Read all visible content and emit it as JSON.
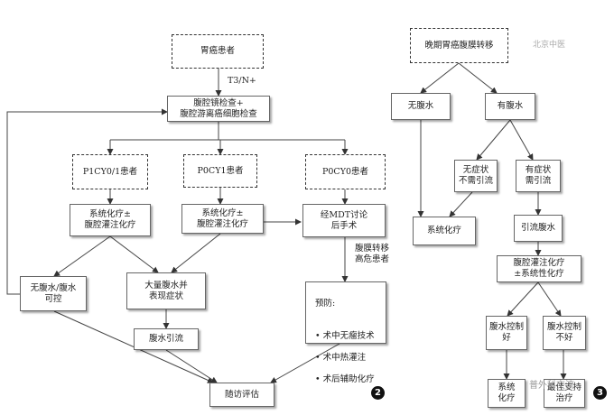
{
  "diagram2": {
    "start": "胃癌患者",
    "edge_t3n": "T3/N+",
    "laparoscopy": "腹腔镜检查+\n腹腔游离癌细胞检查",
    "p1": "P1CY0/1患者",
    "p0cy1": "P0CY1患者",
    "p0cy0": "P0CY0患者",
    "chemo1": "系统化疗±\n腹腔灌注化疗",
    "chemo2": "系统化疗±\n腹腔灌注化疗",
    "mdt": "经MDT讨论\n后手术",
    "high_risk": "腹膜转移\n高危患者",
    "no_ascites": "无腹水/腹水\n可控",
    "massive_ascites": "大量腹水并\n表现症状",
    "prevention_title": "预防:",
    "prevention_items": [
      "术中无瘤技术",
      "术中热灌注",
      "术后辅助化疗"
    ],
    "drainage": "腹水引流",
    "followup": "随访评估",
    "number": "2"
  },
  "diagram3": {
    "start": "晚期胃癌腹膜转移",
    "no_ascites": "无腹水",
    "has_ascites": "有腹水",
    "asymptomatic": "无症状\n不需引流",
    "symptomatic": "有症状\n需引流",
    "sys_chemo": "系统化疗",
    "drain_ascites": "引流腹水",
    "ip_chemo": "腹腔灌注化疗\n±系统性化疗",
    "controlled": "腹水控制\n好",
    "uncontrolled": "腹水控制\n不好",
    "sys_chemo2": "系统\n化疗",
    "supportive": "最佳支持\n治疗",
    "number": "3"
  },
  "watermark": {
    "top": "北京中医",
    "bottom": "普外科交流"
  }
}
